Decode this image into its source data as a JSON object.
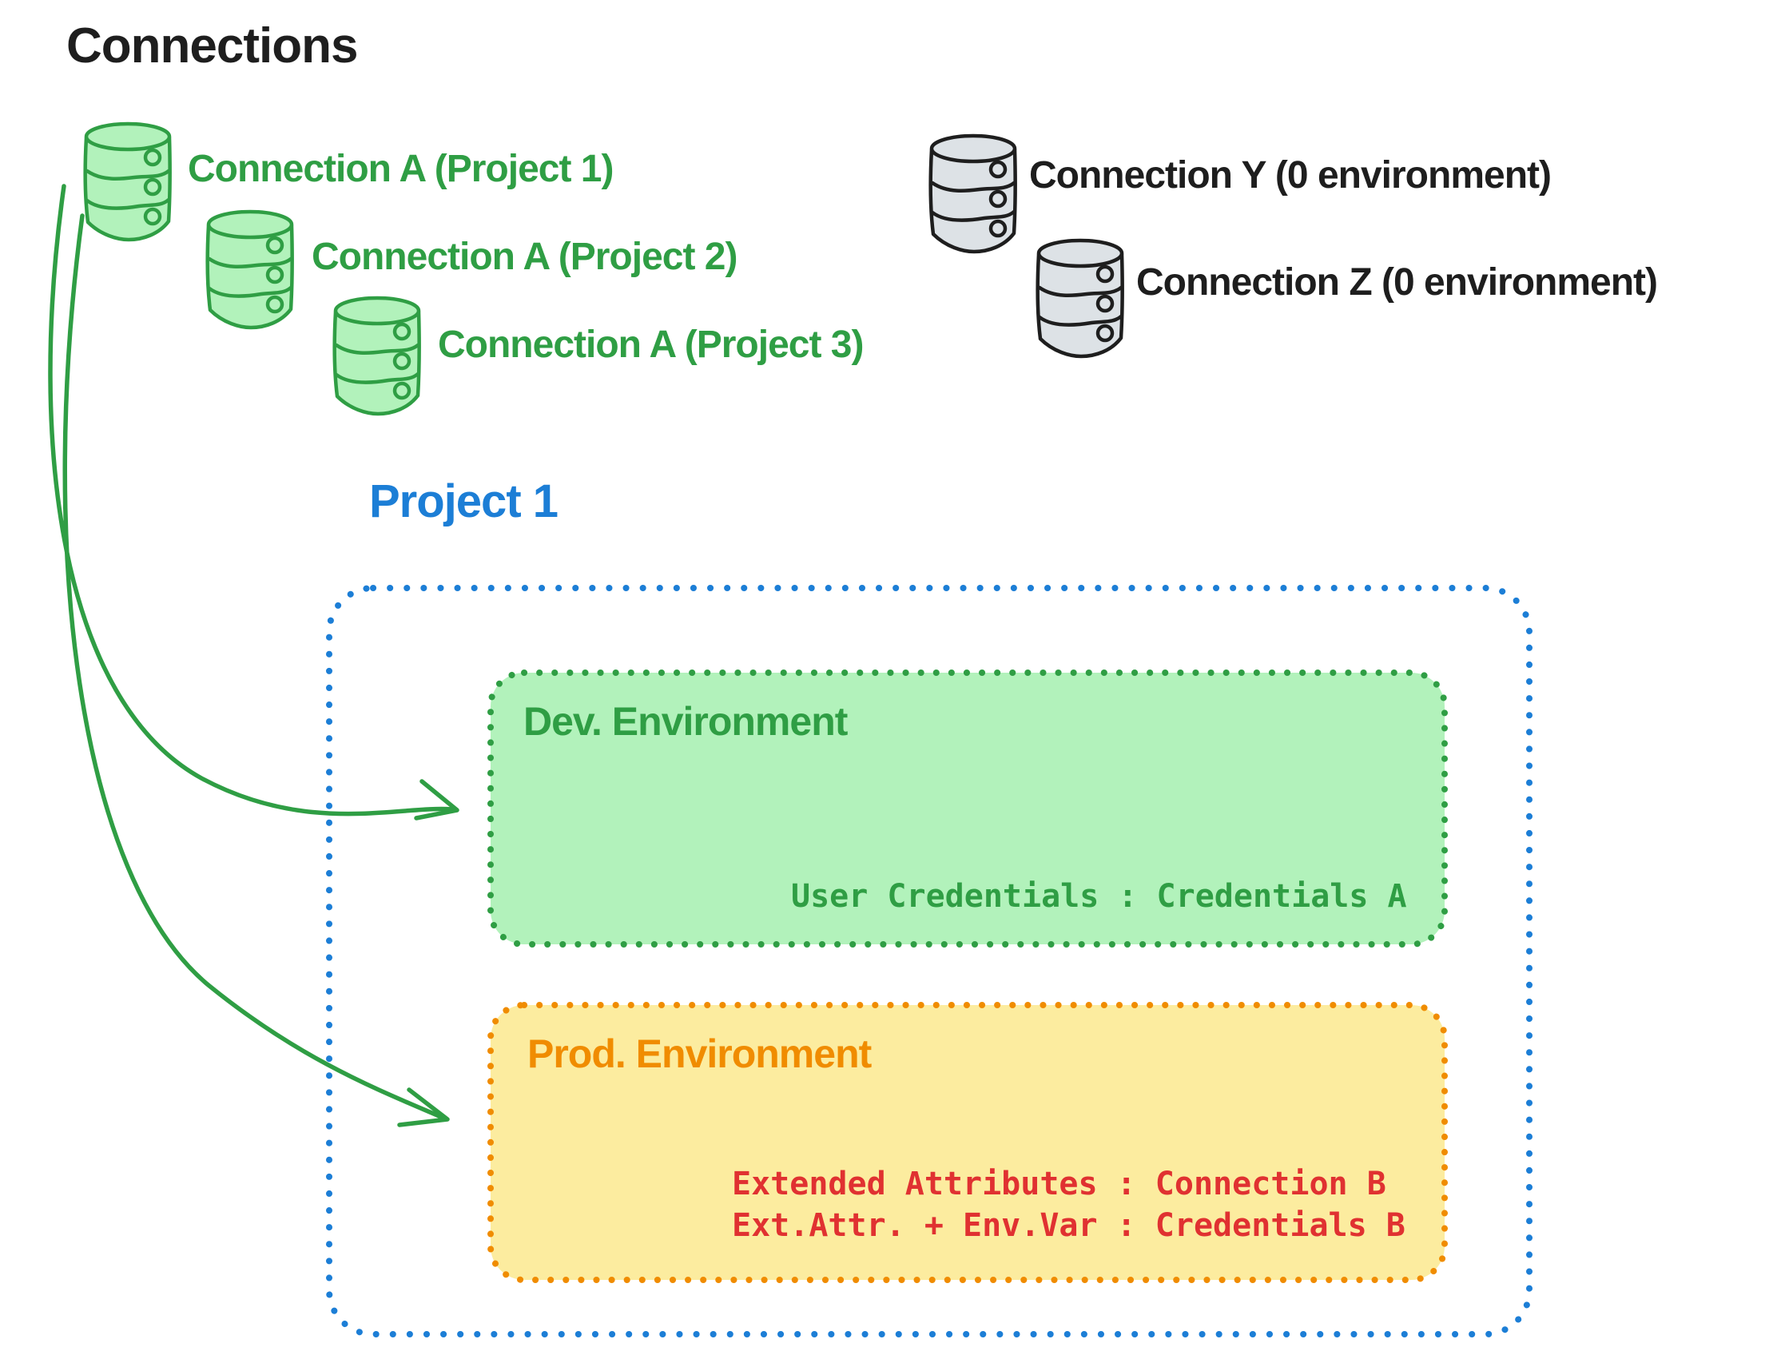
{
  "title": "Connections",
  "colors": {
    "green_stroke": "#2f9e44",
    "green_fill": "#b2f2bb",
    "gray_fill": "#dde2e6",
    "black": "#1e1e1e",
    "blue": "#1c7ed6",
    "orange": "#f08c00",
    "yellow_fill": "#fcec9f",
    "red": "#e03131"
  },
  "connections": {
    "shared": [
      {
        "icon": "database-icon",
        "label": "Connection A (Project 1)"
      },
      {
        "icon": "database-icon",
        "label": "Connection A (Project 2)"
      },
      {
        "icon": "database-icon",
        "label": "Connection A (Project 3)"
      }
    ],
    "unassigned": [
      {
        "icon": "database-icon",
        "label": "Connection Y (0 environment)"
      },
      {
        "icon": "database-icon",
        "label": "Connection Z (0 environment)"
      }
    ]
  },
  "project": {
    "title": "Project 1",
    "environments": [
      {
        "name": "Dev. Environment",
        "mappings": [
          "User Credentials : Credentials A"
        ]
      },
      {
        "name": "Prod. Environment",
        "mappings": [
          "Extended Attributes : Connection B",
          "Ext.Attr. + Env.Var : Credentials B"
        ]
      }
    ]
  }
}
